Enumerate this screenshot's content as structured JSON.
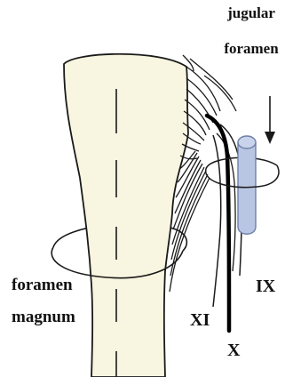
{
  "labels": {
    "jugular_foramen": [
      "jugular",
      "foramen"
    ],
    "foramen_magnum": [
      "foramen",
      "magnum"
    ],
    "nerve_ix": "IX",
    "nerve_xi": "XI",
    "nerve_x": "X"
  },
  "colors": {
    "spinal_cord_fill": "#f8f5e0",
    "outline": "#1a1a1a",
    "foramen_cylinder": "#b9c6e3",
    "cylinder_stroke": "#6f7fa8",
    "nerve_x_stroke": "#000000"
  }
}
